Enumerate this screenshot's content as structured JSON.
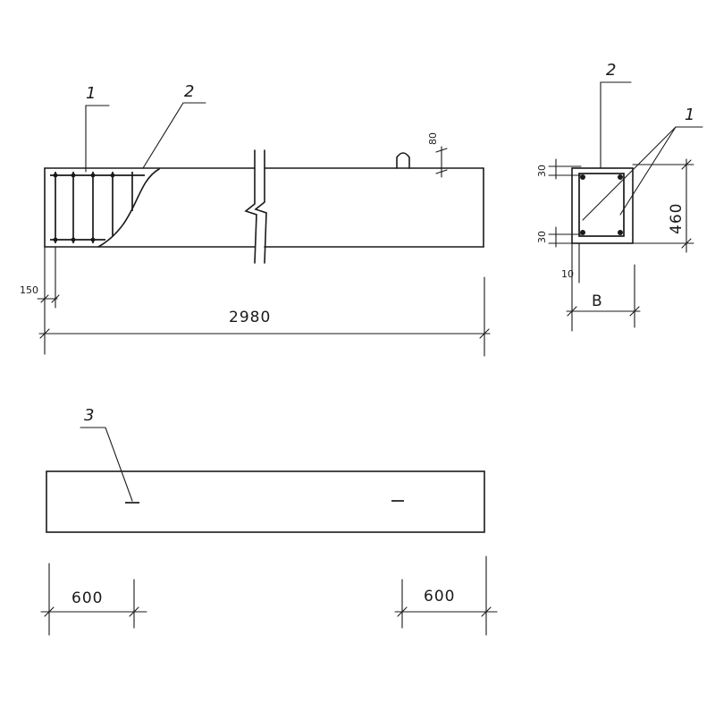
{
  "callouts": {
    "elev_rebar": "1",
    "elev_concrete": "2",
    "section_concrete": "2",
    "section_rebar": "1",
    "plan_insert": "3"
  },
  "dimensions": {
    "overall_length": "2980",
    "end_offset": "150",
    "lifting_loop_height": "80",
    "section_top_cover": "30",
    "section_bottom_cover": "30",
    "section_height": "460",
    "section_side_cover": "10",
    "section_width": "B",
    "plan_left_insert": "600",
    "plan_right_insert": "600"
  }
}
